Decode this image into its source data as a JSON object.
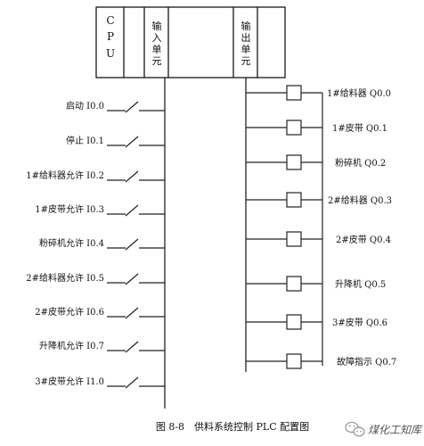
{
  "rack": {
    "cpu_label": [
      "C",
      "P",
      "U"
    ],
    "input_module": [
      "输",
      "入",
      "单",
      "元"
    ],
    "output_module": [
      "输",
      "出",
      "单",
      "元"
    ]
  },
  "inputs": [
    "启动 I0.0",
    "停止 I0.1",
    "1#给料器允许 I0.2",
    "1#皮带允许 I0.3",
    "粉碎机允许 I0.4",
    "2#给料器允许 I0.5",
    "2#皮带允许 I0.6",
    "升降机允许 I0.7",
    "3#皮带允许 I1.0"
  ],
  "outputs": [
    "1#给料器 Q0.0",
    "1#皮带 Q0.1",
    "粉碎机 Q0.2",
    "2#给料器 Q0.3",
    "2#皮带 Q0.4",
    "升降机 Q0.5",
    "3#皮带 Q0.6",
    "故障指示 Q0.7"
  ],
  "caption": "图 8-8　供料系统控制 PLC 配置图",
  "watermark": "煤化工知库"
}
